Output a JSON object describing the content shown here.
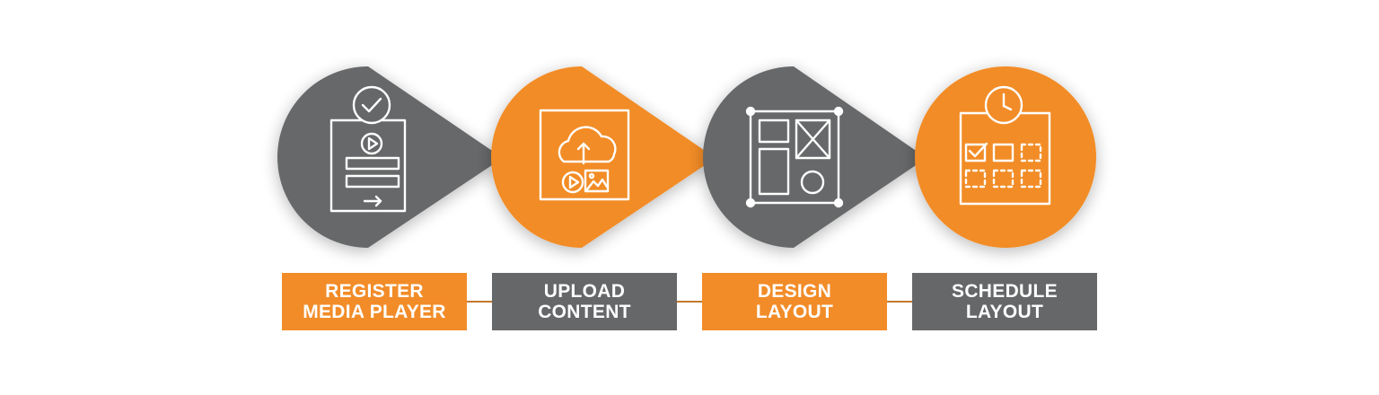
{
  "colors": {
    "orange": "#F28C28",
    "gray": "#666769",
    "white": "#FFFFFF",
    "connector": "#C47A2E"
  },
  "steps": [
    {
      "label": "REGISTER\nMEDIA PLAYER",
      "color": "#F28C28",
      "circle_color": "#666769",
      "icon": "register-media-player-icon"
    },
    {
      "label": "UPLOAD\nCONTENT",
      "color": "#666769",
      "circle_color": "#F28C28",
      "icon": "upload-content-icon"
    },
    {
      "label": "DESIGN\nLAYOUT",
      "color": "#F28C28",
      "circle_color": "#666769",
      "icon": "design-layout-icon"
    },
    {
      "label": "SCHEDULE\nLAYOUT",
      "color": "#666769",
      "circle_color": "#F28C28",
      "icon": "schedule-layout-icon"
    }
  ]
}
